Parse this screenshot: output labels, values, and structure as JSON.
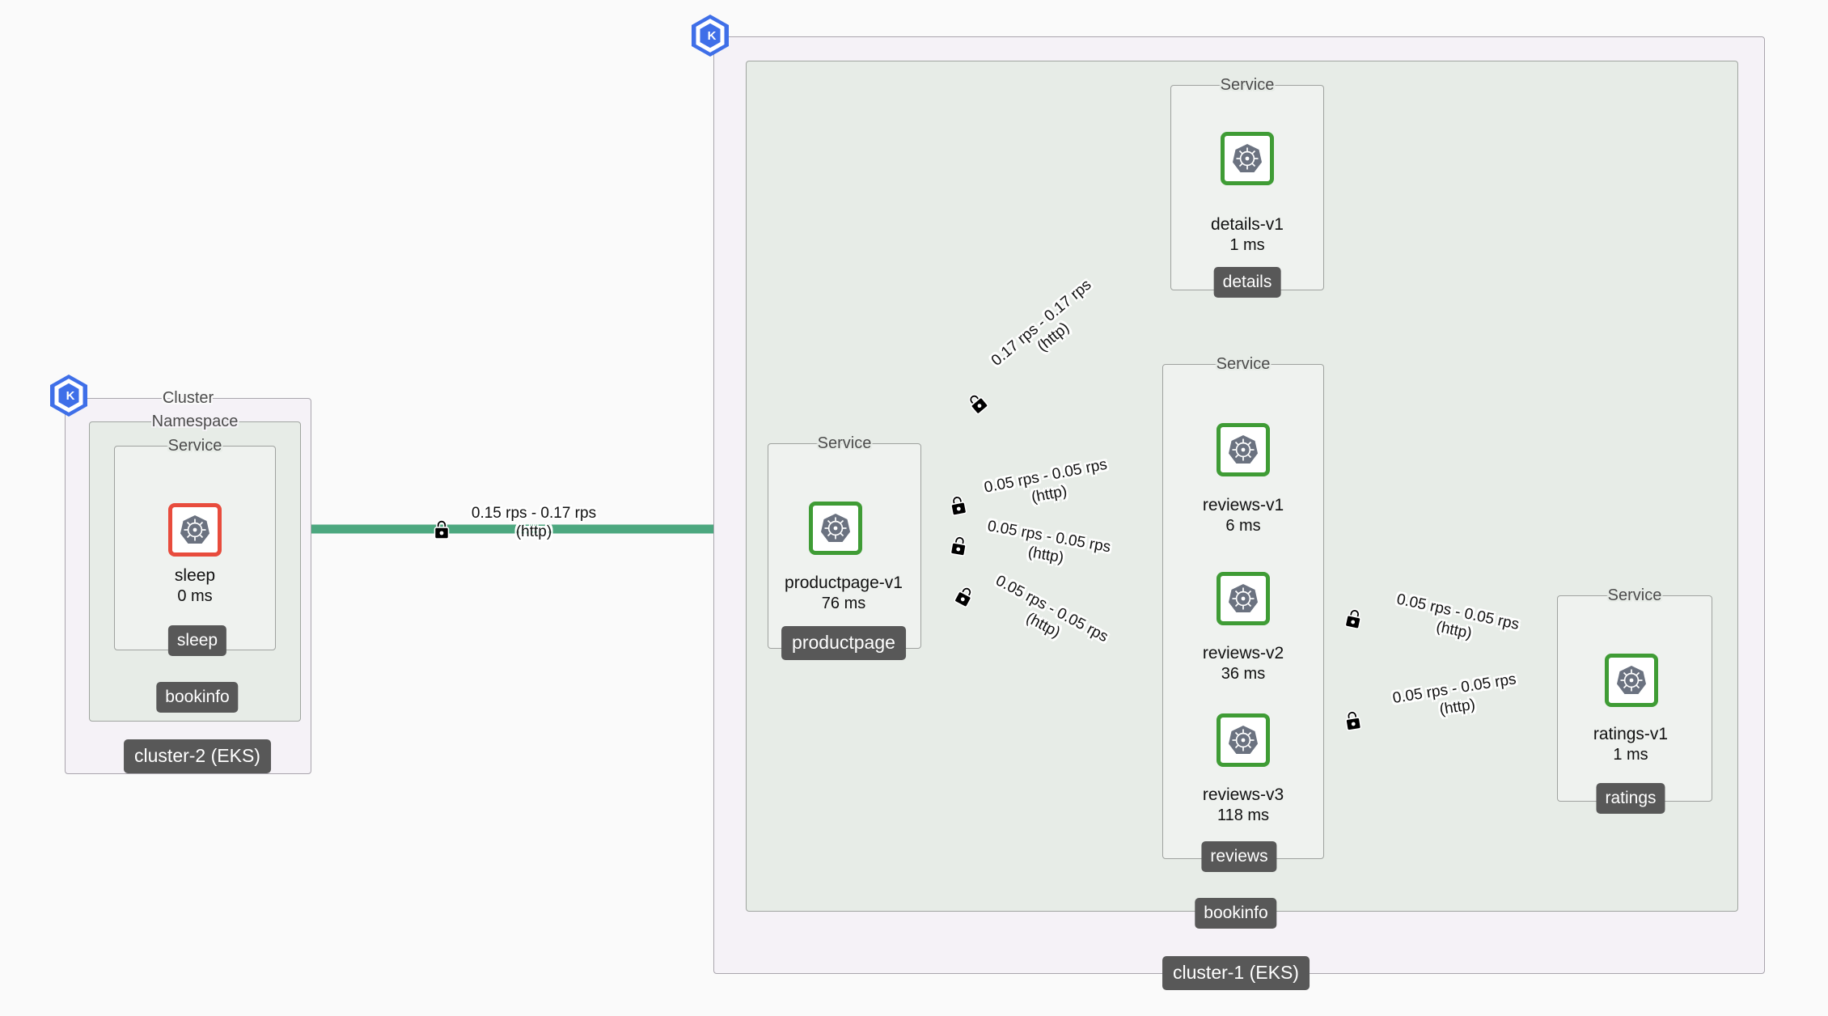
{
  "graph": {
    "type": "service-mesh-topology",
    "icons": {
      "cluster_badge": "kubernetes-cluster-badge-icon",
      "workload": "kubernetes-helm-wheel-icon",
      "secure_edge": "lock-icon"
    },
    "colors": {
      "edge": "#4ca77f",
      "arrow": "#5f6b72",
      "node_border_ok": "#3f9c35",
      "node_border_danger": "#e84c3d",
      "cluster_bg": "#f5f2f7",
      "namespace_bg": "#e7ece7",
      "service_bg": "#eff2ef",
      "badge_bg": "#585858",
      "k8s_blue": "#3f6fe8"
    },
    "group_captions": {
      "cluster": "Cluster",
      "namespace": "Namespace",
      "service": "Service"
    },
    "clusters": [
      {
        "id": "cluster-2",
        "badge": "cluster-2 (EKS)",
        "namespaces": [
          {
            "id": "bookinfo-c2",
            "badge": "bookinfo",
            "services": [
              {
                "id": "sleep",
                "badge": "sleep",
                "workloads": [
                  {
                    "name": "sleep",
                    "response_time": "0 ms",
                    "health": "danger"
                  }
                ]
              }
            ]
          }
        ]
      },
      {
        "id": "cluster-1",
        "badge": "cluster-1 (EKS)",
        "namespaces": [
          {
            "id": "bookinfo-c1",
            "badge": "bookinfo",
            "services": [
              {
                "id": "details",
                "badge": "details",
                "workloads": [
                  {
                    "name": "details-v1",
                    "response_time": "1 ms",
                    "health": "ok"
                  }
                ]
              },
              {
                "id": "productpage",
                "badge": "productpage",
                "workloads": [
                  {
                    "name": "productpage-v1",
                    "response_time": "76 ms",
                    "health": "ok"
                  }
                ]
              },
              {
                "id": "reviews",
                "badge": "reviews",
                "workloads": [
                  {
                    "name": "reviews-v1",
                    "response_time": "6 ms",
                    "health": "ok"
                  },
                  {
                    "name": "reviews-v2",
                    "response_time": "36 ms",
                    "health": "ok"
                  },
                  {
                    "name": "reviews-v3",
                    "response_time": "118 ms",
                    "health": "ok"
                  }
                ]
              },
              {
                "id": "ratings",
                "badge": "ratings",
                "workloads": [
                  {
                    "name": "ratings-v1",
                    "response_time": "1 ms",
                    "health": "ok"
                  }
                ]
              }
            ]
          }
        ]
      }
    ],
    "edges": [
      {
        "id": "sleep-to-productpage",
        "source": "sleep",
        "target": "productpage-v1",
        "rate": "0.15 rps - 0.17 rps",
        "protocol": "(http)",
        "secure": true,
        "weight": "heavy"
      },
      {
        "id": "productpage-to-details",
        "source": "productpage-v1",
        "target": "details-v1",
        "rate": "0.17 rps - 0.17 rps",
        "protocol": "(http)",
        "secure": true,
        "weight": "heavy"
      },
      {
        "id": "productpage-to-reviews-v1",
        "source": "productpage-v1",
        "target": "reviews-v1",
        "rate": "0.05 rps - 0.05 rps",
        "protocol": "(http)",
        "secure": true,
        "weight": "light"
      },
      {
        "id": "productpage-to-reviews-v2",
        "source": "productpage-v1",
        "target": "reviews-v2",
        "rate": "0.05 rps - 0.05 rps",
        "protocol": "(http)",
        "secure": true,
        "weight": "light"
      },
      {
        "id": "productpage-to-reviews-v3",
        "source": "productpage-v1",
        "target": "reviews-v3",
        "rate": "0.05 rps - 0.05 rps",
        "protocol": "(http)",
        "secure": true,
        "weight": "light"
      },
      {
        "id": "reviews-v2-to-ratings",
        "source": "reviews-v2",
        "target": "ratings-v1",
        "rate": "0.05 rps - 0.05 rps",
        "protocol": "(http)",
        "secure": true,
        "weight": "light"
      },
      {
        "id": "reviews-v3-to-ratings",
        "source": "reviews-v3",
        "target": "ratings-v1",
        "rate": "0.05 rps - 0.05 rps",
        "protocol": "(http)",
        "secure": true,
        "weight": "light"
      }
    ]
  }
}
